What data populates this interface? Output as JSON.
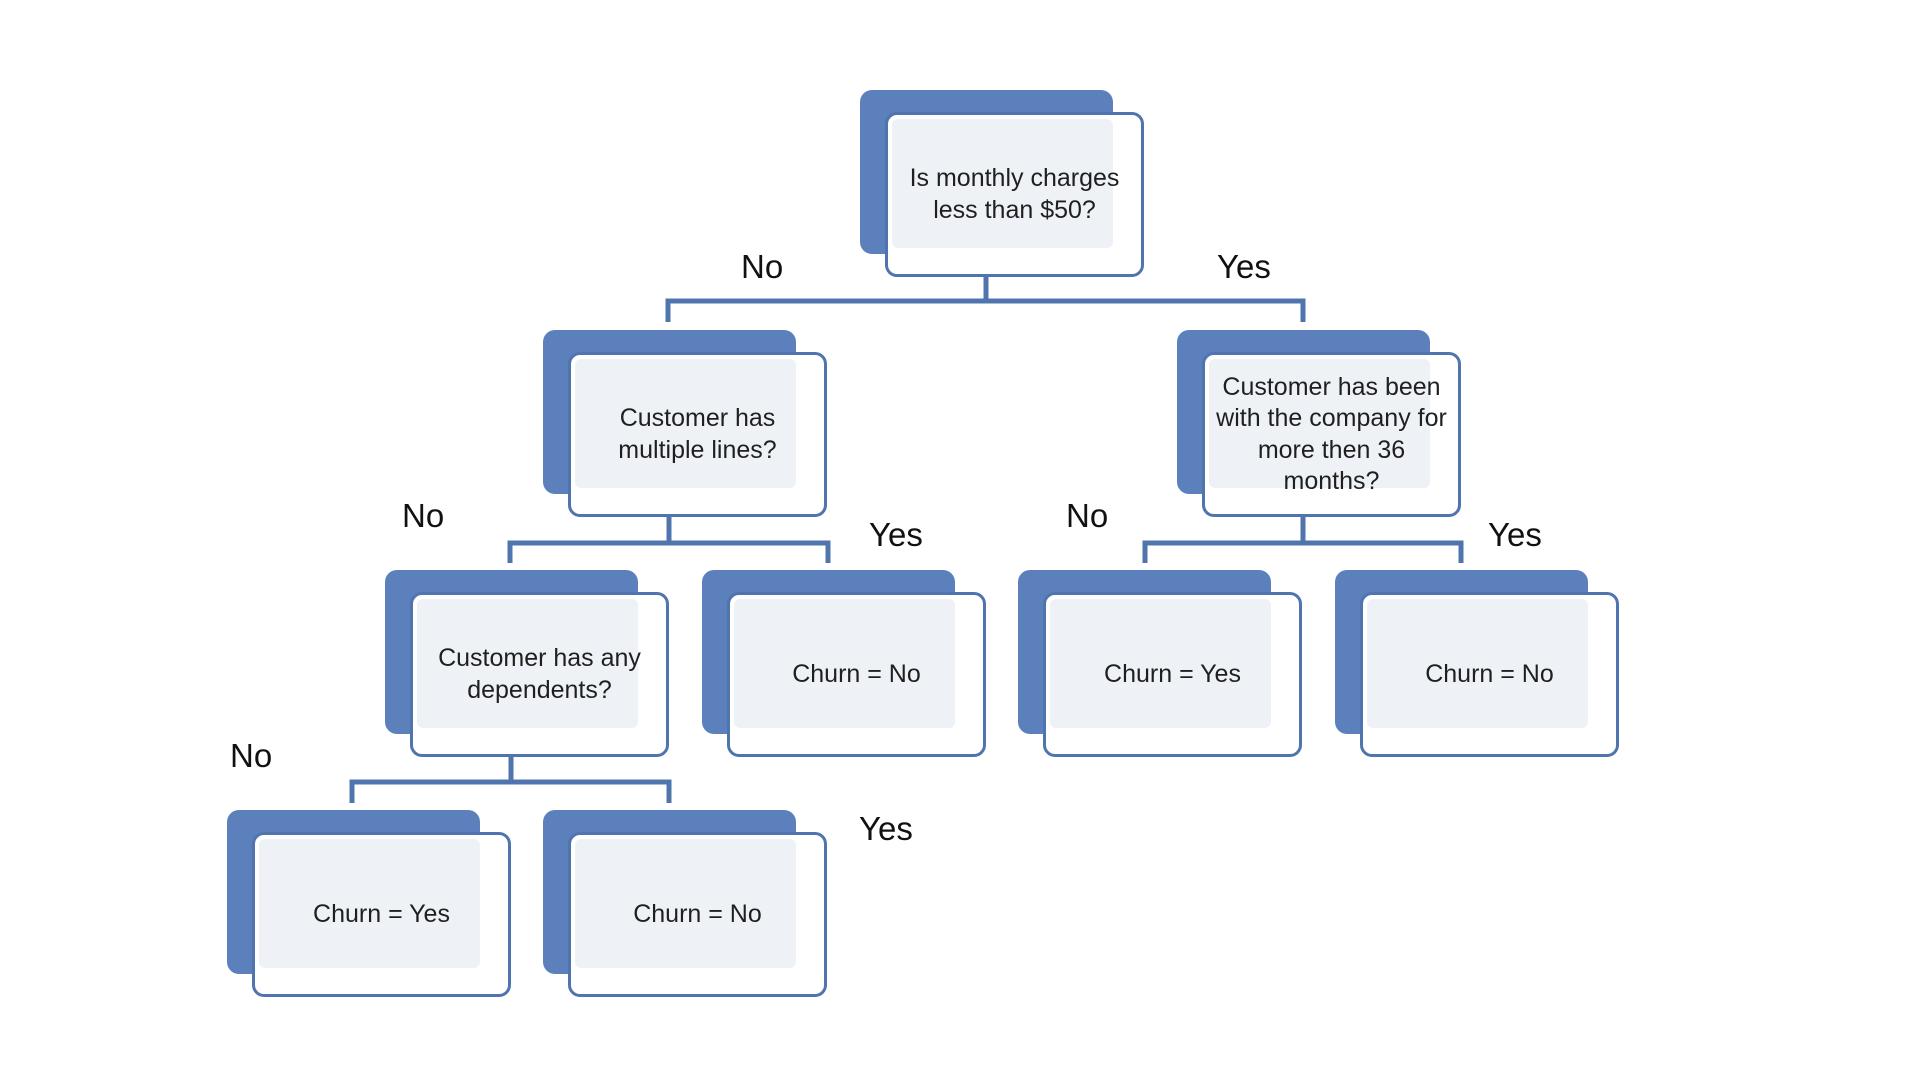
{
  "diagram": {
    "colors": {
      "node_back": "#5b80bb",
      "node_border": "#4f74ae",
      "node_fill": "#eef2f7",
      "connector": "#4f74ae"
    },
    "nodes": {
      "root": "Is monthly charges less than $50?",
      "multiple_lines": "Customer has multiple lines?",
      "tenure": "Customer has been with the company for more then 36 months?",
      "dependents": "Customer has any dependents?",
      "lines_yes_leaf": "Churn = No",
      "tenure_no_leaf": "Churn = Yes",
      "tenure_yes_leaf": "Churn = No",
      "dependents_no_leaf": "Churn = Yes",
      "dependents_yes_leaf": "Churn = No"
    },
    "branch_labels": {
      "root_no": "No",
      "root_yes": "Yes",
      "multiple_lines_no": "No",
      "multiple_lines_yes": "Yes",
      "tenure_no": "No",
      "tenure_yes": "Yes",
      "dependents_no": "No",
      "dependents_yes": "Yes"
    }
  }
}
